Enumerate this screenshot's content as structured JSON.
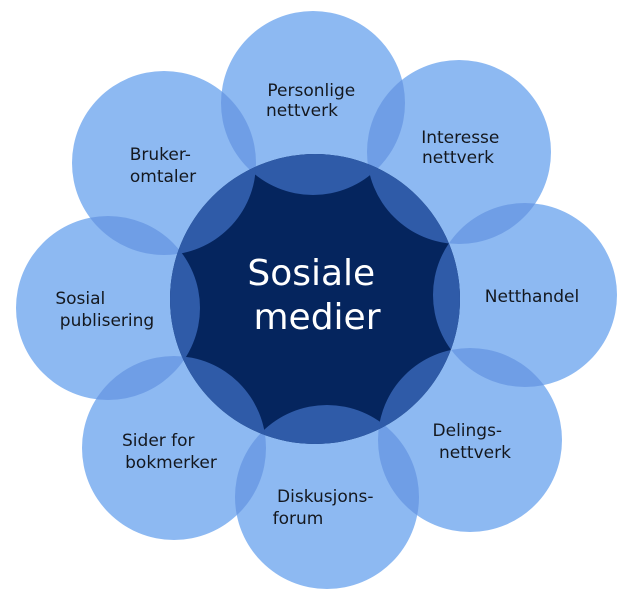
{
  "center": {
    "lines": [
      "Sosiale",
      "medier"
    ]
  },
  "petals": [
    {
      "lines": [
        "Personlige",
        "nettverk"
      ]
    },
    {
      "lines": [
        "Interesse",
        "nettverk"
      ]
    },
    {
      "lines": [
        "Netthandel"
      ]
    },
    {
      "lines": [
        "Delings-",
        "nettverk"
      ]
    },
    {
      "lines": [
        "Diskusjons-",
        "forum"
      ]
    },
    {
      "lines": [
        "Sider for",
        "bokmerker"
      ]
    },
    {
      "lines": [
        "Sosial",
        "publisering"
      ]
    },
    {
      "lines": [
        "Bruker-",
        "omtaler"
      ]
    }
  ],
  "colors": {
    "petal_fill": "#8db9f2",
    "petal_overlap": "#6f9ee6",
    "center_fill": "#05255e",
    "center_overlap": "#2f5ba8",
    "petal_text": "#14181f",
    "center_text": "#ffffff"
  }
}
